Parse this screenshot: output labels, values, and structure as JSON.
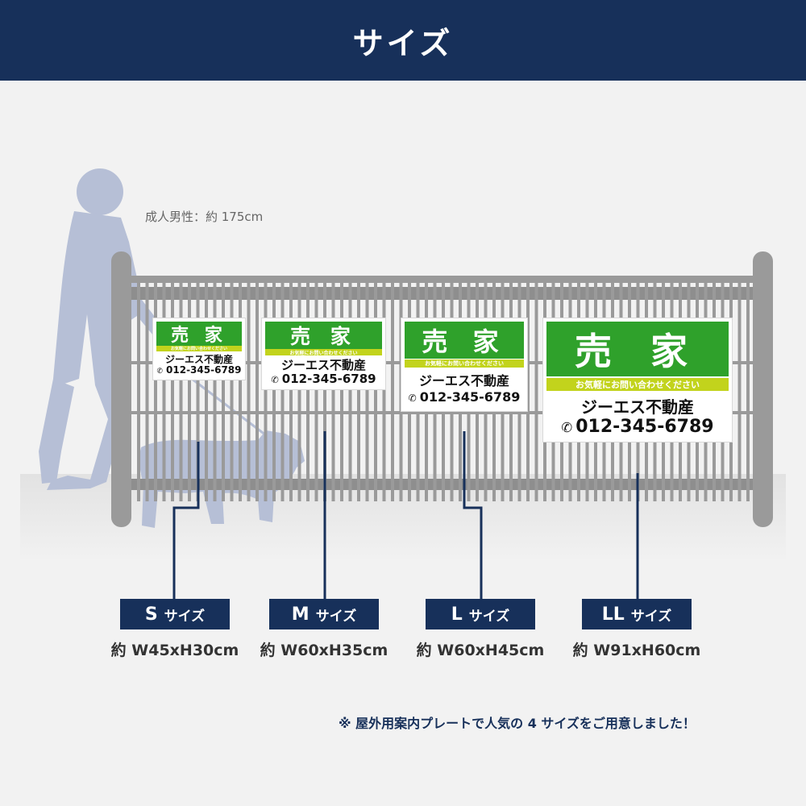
{
  "header": {
    "title": "サイズ"
  },
  "scene": {
    "height_label": "成人男性：約 175cm"
  },
  "sign_text": {
    "title": "売 家",
    "tagline": "お気軽にお問い合わせください",
    "company": "ジーエス不動産",
    "phone": "012-345-6789",
    "phone_icon": "phone-icon"
  },
  "sizes": [
    {
      "code": "S",
      "suffix": "サイズ",
      "dims": "約 W45xH30cm"
    },
    {
      "code": "M",
      "suffix": "サイズ",
      "dims": "約 W60xH35cm"
    },
    {
      "code": "L",
      "suffix": "サイズ",
      "dims": "約 W60xH45cm"
    },
    {
      "code": "LL",
      "suffix": "サイズ",
      "dims": "約 W91xH60cm"
    }
  ],
  "footer": {
    "note": "※ 屋外用案内プレートで人気の 4 サイズをご用意しました！"
  },
  "colors": {
    "navy": "#17305a",
    "sign_green": "#2fa12b",
    "sign_lime": "#c2d31c",
    "fence_gray": "#9a9a9a",
    "silhouette": "#b6bfd6"
  }
}
